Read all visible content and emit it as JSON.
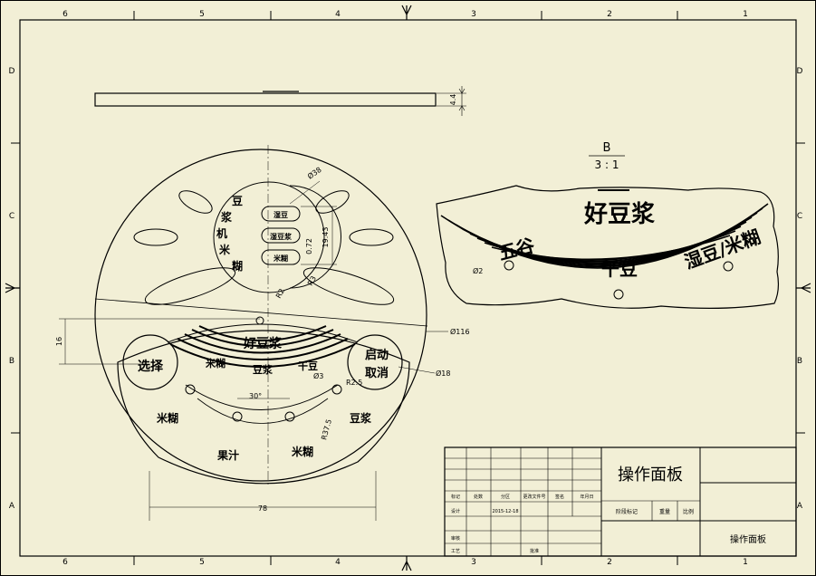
{
  "border": {
    "columns_top": [
      "6",
      "5",
      "4",
      "3",
      "2",
      "1"
    ],
    "columns_bottom": [
      "6",
      "5",
      "4",
      "3",
      "2",
      "1"
    ],
    "rows_left": [
      "D",
      "C",
      "B",
      "A"
    ],
    "rows_right": [
      "D",
      "C",
      "B",
      "A"
    ]
  },
  "strip_view": {
    "thickness_dim": "4.4"
  },
  "detail_view": {
    "label": "B",
    "scale": "3 : 1",
    "title_text": "好豆浆",
    "arc_labels": [
      "五谷",
      "干豆",
      "湿豆/米糊"
    ],
    "dim_hole": "Ø2"
  },
  "panel": {
    "logo_text": "好豆浆",
    "buttons": {
      "select": "选择",
      "start": "启动",
      "cancel": "取消"
    },
    "menu": {
      "upper_left": "米糊",
      "upper_mid": "豆浆",
      "upper_right": "干豆",
      "lower_left": "米糊",
      "lower_mid_left": "果汁",
      "lower_mid_right": "米糊",
      "lower_right": "豆浆"
    },
    "window_labels": [
      "湿豆",
      "湿豆浆",
      "米糊"
    ],
    "window_side_labels": [
      "豆",
      "浆",
      "机",
      "米",
      "糊"
    ],
    "dims": {
      "d38": "Ø38",
      "h19_43": "19.43",
      "h0_72": "0.72",
      "r2": "R2",
      "r3": "R3",
      "d116": "Ø116",
      "h16": "16",
      "d18": "Ø18",
      "d3": "Ø3",
      "r2_5": "R2.5",
      "angle30": "30°",
      "r37_5": "R37.5",
      "w78": "78"
    }
  },
  "title_block": {
    "name": "操作面板",
    "drawing_no": "操作面板",
    "row_labels": [
      "标记",
      "处数",
      "分区",
      "更改文件号",
      "签名",
      "年月日"
    ],
    "sub_labels": [
      "设计",
      "审核",
      "工艺",
      "批准"
    ],
    "sig_date": "2015-12-18",
    "stage_label": "阶段标记",
    "weight_label": "重量",
    "scale_label": "比例"
  }
}
